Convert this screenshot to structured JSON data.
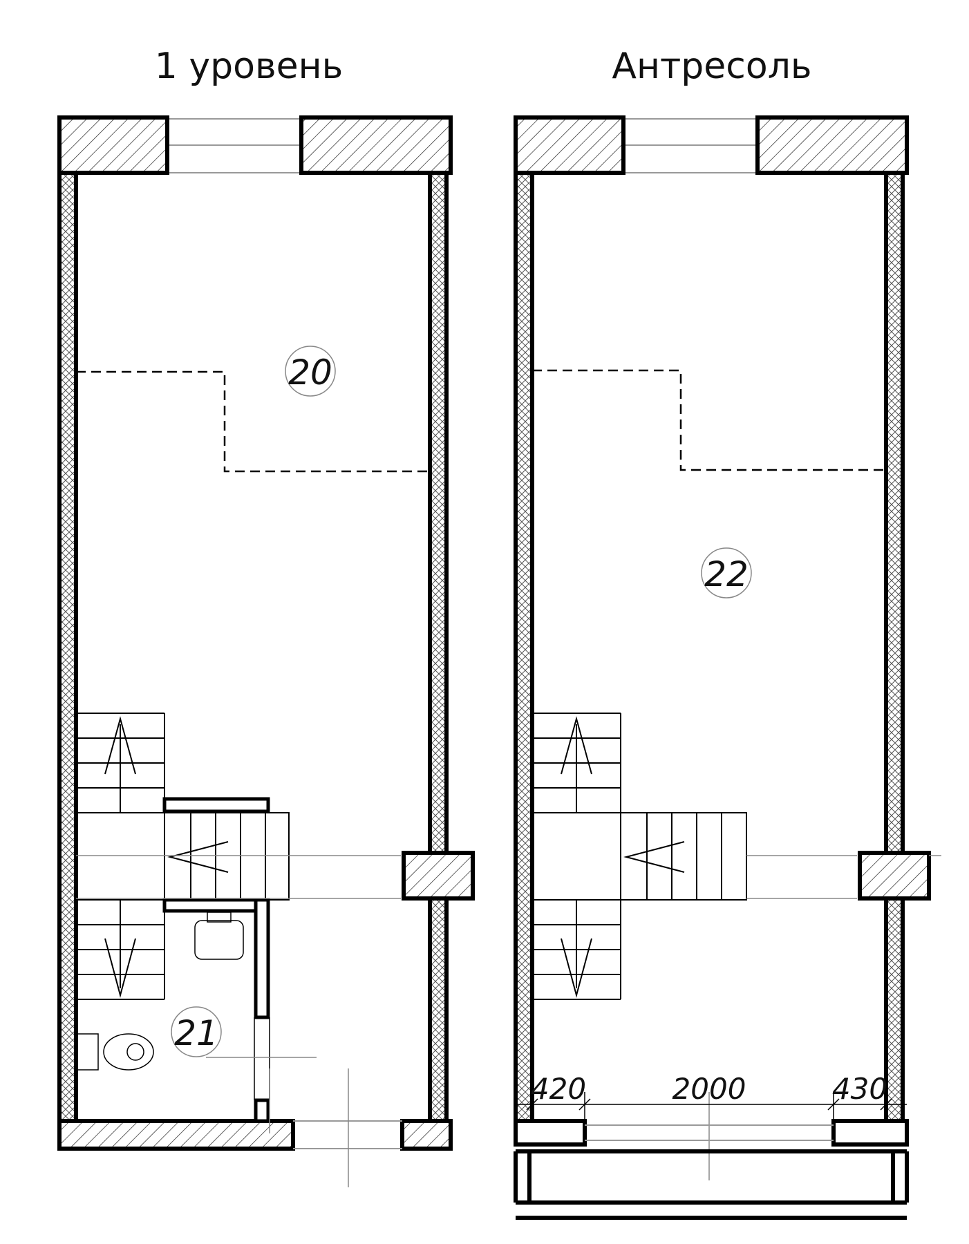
{
  "titles": {
    "left": "1 уровень",
    "right": "Антресоль"
  },
  "rooms": {
    "r20": "20",
    "r21": "21",
    "r22": "22"
  },
  "dimensions": {
    "d1": "420",
    "d2": "2000",
    "d3": "430"
  }
}
